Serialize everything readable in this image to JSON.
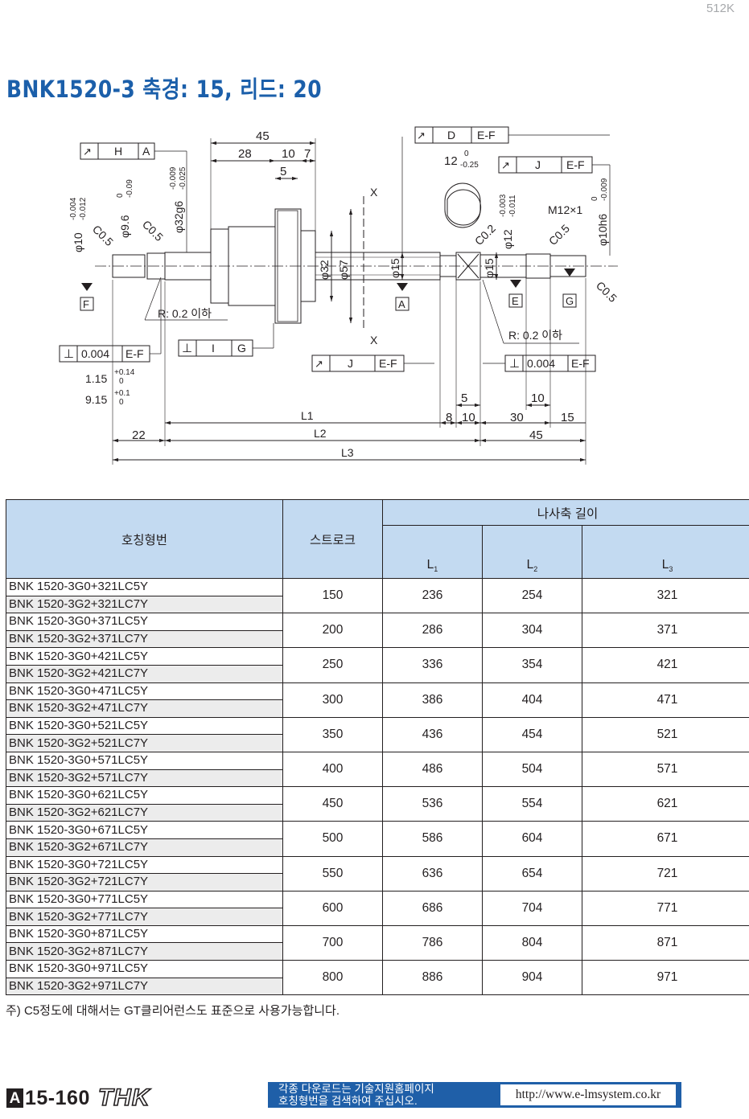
{
  "page_code": "512K",
  "title": "BNK1520-3 축경: 15,  리드: 20",
  "drawing": {
    "dims": [
      "45",
      "28",
      "10",
      "7",
      "5",
      "22",
      "8",
      "10",
      "5",
      "10",
      "30",
      "15",
      "45",
      "L1",
      "L2",
      "L3"
    ],
    "diameters": [
      "φ10",
      "φ9.6",
      "φ32g6",
      "φ32",
      "φ57",
      "φ15",
      "φ15",
      "φ12",
      "φ10h6"
    ],
    "tol_d10": [
      "-0.004",
      "-0.012"
    ],
    "tol_d96": [
      "0",
      "-0.09"
    ],
    "tol_d32": [
      "-0.009",
      "-0.025"
    ],
    "tol_d12": [
      "-0.003",
      "-0.011"
    ],
    "tol_d10h6": [
      "0",
      "-0.009"
    ],
    "key_width": "12",
    "key_tol": [
      "0",
      "-0.25"
    ],
    "thread": "M12×1",
    "chamfers": [
      "C0.5",
      "C0.5",
      "C0.2",
      "C0.5",
      "C0.5"
    ],
    "fillet_left": "R: 0.2 이하",
    "fillet_right": "R: 0.2 이하",
    "section": "X",
    "datums": [
      "F",
      "A",
      "E",
      "G"
    ],
    "fcf_ha": [
      "H",
      "A"
    ],
    "fcf_def": [
      "D",
      "E-F"
    ],
    "fcf_jef_top": [
      "J",
      "E-F"
    ],
    "fcf_perp_left": [
      "0.004",
      "E-F"
    ],
    "fcf_ig": [
      "I",
      "G"
    ],
    "fcf_jef_bottom": [
      "J",
      "E-F"
    ],
    "fcf_perp_right": [
      "0.004",
      "E-F"
    ],
    "dim_115": "1.15",
    "tol_115": [
      "+0.14",
      "0"
    ],
    "dim_915": "9.15",
    "tol_915": [
      "+0.1",
      "0"
    ]
  },
  "table": {
    "headers": {
      "model": "호칭형번",
      "stroke": "스트로크",
      "thread_length": "나사축 길이",
      "l1": "L",
      "l1_sub": "1",
      "l2": "L",
      "l2_sub": "2",
      "l3": "L",
      "l3_sub": "3"
    },
    "rows": [
      {
        "model_a": "BNK 1520-3G0+321LC5Y",
        "model_b": "BNK 1520-3G2+321LC7Y",
        "stroke": "150",
        "l1": "236",
        "l2": "254",
        "l3": "321"
      },
      {
        "model_a": "BNK 1520-3G0+371LC5Y",
        "model_b": "BNK 1520-3G2+371LC7Y",
        "stroke": "200",
        "l1": "286",
        "l2": "304",
        "l3": "371"
      },
      {
        "model_a": "BNK 1520-3G0+421LC5Y",
        "model_b": "BNK 1520-3G2+421LC7Y",
        "stroke": "250",
        "l1": "336",
        "l2": "354",
        "l3": "421"
      },
      {
        "model_a": "BNK 1520-3G0+471LC5Y",
        "model_b": "BNK 1520-3G2+471LC7Y",
        "stroke": "300",
        "l1": "386",
        "l2": "404",
        "l3": "471"
      },
      {
        "model_a": "BNK 1520-3G0+521LC5Y",
        "model_b": "BNK 1520-3G2+521LC7Y",
        "stroke": "350",
        "l1": "436",
        "l2": "454",
        "l3": "521"
      },
      {
        "model_a": "BNK 1520-3G0+571LC5Y",
        "model_b": "BNK 1520-3G2+571LC7Y",
        "stroke": "400",
        "l1": "486",
        "l2": "504",
        "l3": "571"
      },
      {
        "model_a": "BNK 1520-3G0+621LC5Y",
        "model_b": "BNK 1520-3G2+621LC7Y",
        "stroke": "450",
        "l1": "536",
        "l2": "554",
        "l3": "621"
      },
      {
        "model_a": "BNK 1520-3G0+671LC5Y",
        "model_b": "BNK 1520-3G2+671LC7Y",
        "stroke": "500",
        "l1": "586",
        "l2": "604",
        "l3": "671"
      },
      {
        "model_a": "BNK 1520-3G0+721LC5Y",
        "model_b": "BNK 1520-3G2+721LC7Y",
        "stroke": "550",
        "l1": "636",
        "l2": "654",
        "l3": "721"
      },
      {
        "model_a": "BNK 1520-3G0+771LC5Y",
        "model_b": "BNK 1520-3G2+771LC7Y",
        "stroke": "600",
        "l1": "686",
        "l2": "704",
        "l3": "771"
      },
      {
        "model_a": "BNK 1520-3G0+871LC5Y",
        "model_b": "BNK 1520-3G2+871LC7Y",
        "stroke": "700",
        "l1": "786",
        "l2": "804",
        "l3": "871"
      },
      {
        "model_a": "BNK 1520-3G0+971LC5Y",
        "model_b": "BNK 1520-3G2+971LC7Y",
        "stroke": "800",
        "l1": "886",
        "l2": "904",
        "l3": "971"
      }
    ]
  },
  "footnote": "주) C5정도에 대해서는 GT클리어런스도 표준으로 사용가능합니다.",
  "footer": {
    "section_letter": "A",
    "page_number": "15-160",
    "brand": "THK",
    "banner_line1": "각종 다운로드는 기술지원홈페이지",
    "banner_line2": "호칭형번을 검색하여 주십시오.",
    "url": "http://www.e-lmsystem.co.kr"
  },
  "colors": {
    "title": "#1b5faa",
    "table_header": "#c3daf1",
    "banner": "#1f5fa8",
    "page_code": "#a7a9ac"
  }
}
